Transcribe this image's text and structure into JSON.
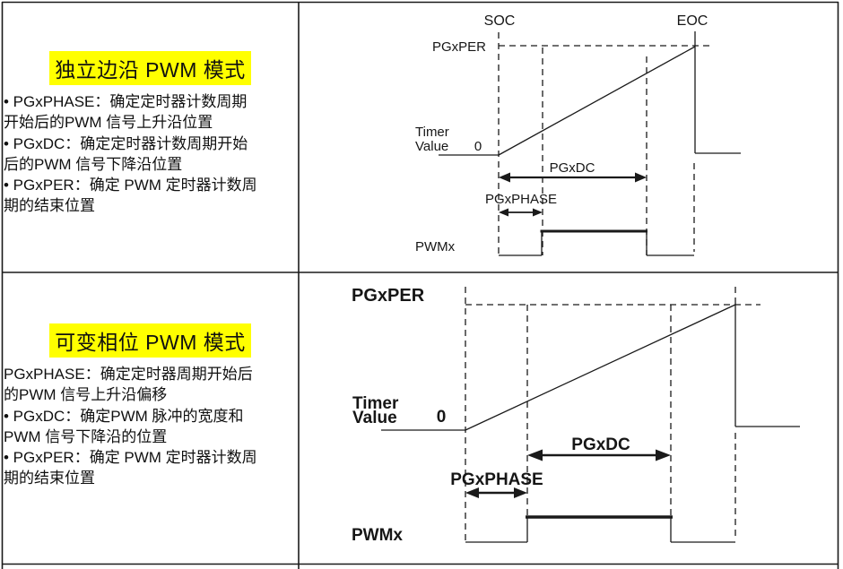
{
  "page": {
    "background": "#ffffff",
    "line_color": "#1a1a1a",
    "text_color": "#101010",
    "highlight_color": "#ffff00"
  },
  "sections": [
    {
      "id": "independent-edge-pwm",
      "title": "独立边沿 PWM 模式",
      "lines": [
        "• PGxPHASE：确定定时器计数周期",
        "开始后的PWM 信号上升沿位置",
        "• PGxDC：确定定时器计数周期开始",
        "后的PWM 信号下降沿位置",
        "• PGxPER：确定 PWM 定时器计数周",
        "期的结束位置"
      ]
    },
    {
      "id": "variable-phase-pwm",
      "title": "可变相位 PWM 模式",
      "lines": [
        "PGxPHASE：确定定时器周期开始后",
        "的PWM 信号上升沿偏移",
        "• PGxDC：确定PWM 脉冲的宽度和",
        "PWM 信号下降沿的位置",
        "• PGxPER：确定 PWM 定时器计数周",
        "期的结束位置"
      ]
    }
  ],
  "diagram_top": {
    "soc_label": "SOC",
    "eoc_label": "EOC",
    "pgxper_label": "PGxPER",
    "timer_label_line1": "Timer",
    "timer_label_line2": "Value",
    "zero_label": "0",
    "pgxdc_label": "PGxDC",
    "pgxphase_label": "PGxPHASE",
    "pwmx_label": "PWMx"
  },
  "diagram_bottom": {
    "pgxper_label": "PGxPER",
    "timer_label_line1": "Timer",
    "timer_label_line2": "Value",
    "zero_label": "0",
    "pgxdc_label": "PGxDC",
    "pgxphase_label": "PGxPHASE",
    "pwmx_label": "PWMx"
  }
}
